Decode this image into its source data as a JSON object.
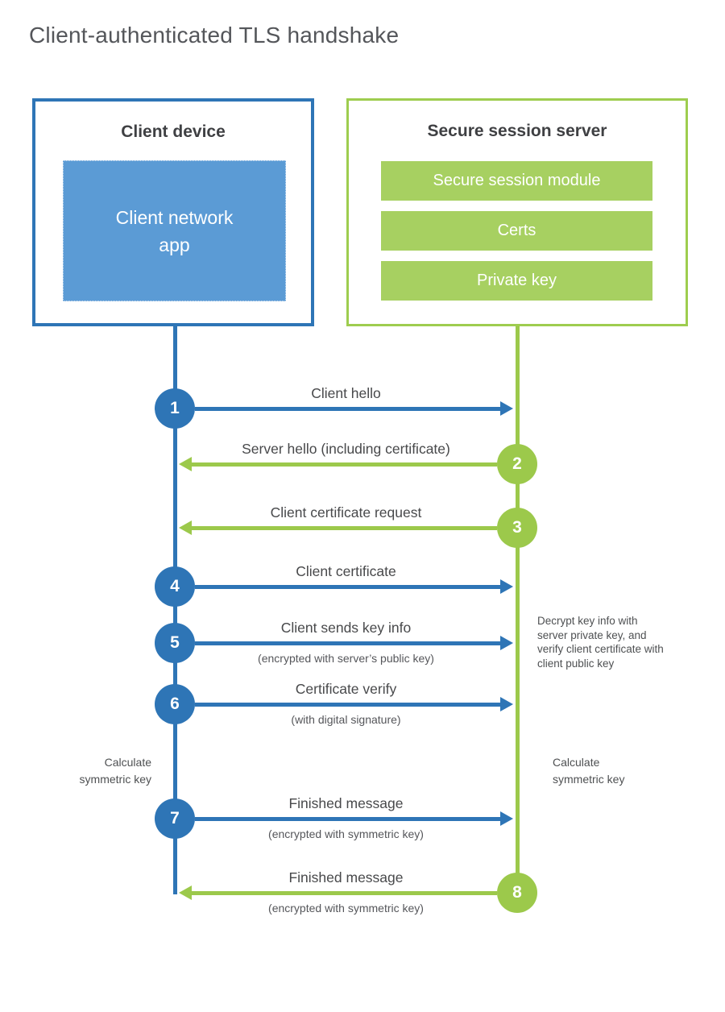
{
  "title": "Client-authenticated TLS handshake",
  "client": {
    "heading": "Client device",
    "app": "Client network\napp"
  },
  "server": {
    "heading": "Secure session server",
    "modules": [
      "Secure session module",
      "Certs",
      "Private key"
    ]
  },
  "steps": [
    {
      "num": "1",
      "from": "client",
      "label": "Client hello",
      "sub": ""
    },
    {
      "num": "2",
      "from": "server",
      "label": "Server hello (including certificate)",
      "sub": ""
    },
    {
      "num": "3",
      "from": "server",
      "label": "Client certificate request",
      "sub": ""
    },
    {
      "num": "4",
      "from": "client",
      "label": "Client certificate",
      "sub": ""
    },
    {
      "num": "5",
      "from": "client",
      "label": "Client sends key info",
      "sub": "(encrypted with server’s public key)"
    },
    {
      "num": "6",
      "from": "client",
      "label": "Certificate verify",
      "sub": "(with digital signature)"
    },
    {
      "num": "7",
      "from": "client",
      "label": "Finished message",
      "sub": "(encrypted with symmetric key)"
    },
    {
      "num": "8",
      "from": "server",
      "label": "Finished message",
      "sub": "(encrypted with symmetric key)"
    }
  ],
  "notes": {
    "server_side": "Decrypt key info with server private key, and verify client certificate with client public key",
    "client_calc": "Calculate\nsymmetric key",
    "server_calc": "Calculate\nsymmetric key"
  },
  "colors": {
    "blue": "#2e75b6",
    "blue_fill": "#5b9bd5",
    "green": "#9cc94b",
    "green_fill": "#a7d061"
  }
}
